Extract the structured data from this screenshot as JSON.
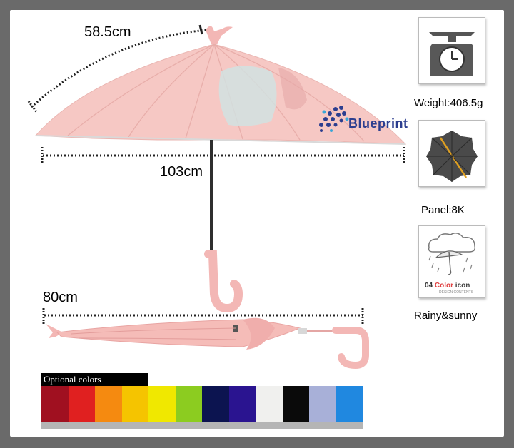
{
  "dimensions": {
    "canopy_arc": "58.5cm",
    "canopy_width": "103cm",
    "folded_length": "80cm"
  },
  "brand": {
    "logo_text": "Blueprint"
  },
  "specs": [
    {
      "label": "Weight:406.5g",
      "icon": "scale-icon"
    },
    {
      "label": "Panel:8K",
      "icon": "umbrella-top-icon"
    },
    {
      "label": "Rainy&sunny",
      "icon": "rain-cloud-umbrella-icon"
    }
  ],
  "color_icon_card": {
    "number": "04",
    "title_a": "Color",
    "title_b": "icon",
    "subtitle": "DESIGN CONTENTS"
  },
  "optional_colors": {
    "label": "Optional colors",
    "swatches": [
      "#a01020",
      "#e02020",
      "#f58a10",
      "#f5c400",
      "#f0e800",
      "#8ccc20",
      "#0c1450",
      "#2a1490",
      "#f0f0ee",
      "#0a0a0a",
      "#a8b0d8",
      "#2088e0"
    ]
  },
  "colors": {
    "umbrella_pink": "#f6c8c4",
    "umbrella_pink_dark": "#e8a8a6",
    "handle_pink": "#f3b7b5"
  }
}
